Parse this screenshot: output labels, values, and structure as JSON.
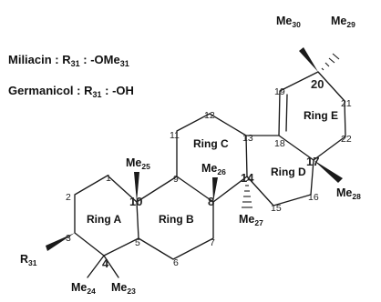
{
  "legend": [
    {
      "name": "Miliacin",
      "sep": " : ",
      "r_main": "R",
      "r_sub": "31",
      "sep2": " : ",
      "val_main": "-OMe",
      "val_sub": "31"
    },
    {
      "name": "Germanicol",
      "sep": " : ",
      "r_main": "R",
      "r_sub": "31",
      "sep2": " : ",
      "val_main": "-OH",
      "val_sub": ""
    }
  ],
  "rings": [
    "Ring A",
    "Ring B",
    "Ring C",
    "Ring D",
    "Ring E"
  ],
  "atoms": {
    "c1": "1",
    "c2": "2",
    "c3": "3",
    "c4": "4",
    "c5": "5",
    "c6": "6",
    "c7": "7",
    "c8": "8",
    "c9": "9",
    "c10": "10",
    "c11": "11",
    "c12": "12",
    "c13": "13",
    "c14": "14",
    "c15": "15",
    "c16": "16",
    "c17": "17",
    "c18": "18",
    "c19": "19",
    "c20": "20",
    "c21": "21",
    "c22": "22"
  },
  "groups": {
    "me30": {
      "main": "Me",
      "sub": "30"
    },
    "me29": {
      "main": "Me",
      "sub": "29"
    },
    "me25": {
      "main": "Me",
      "sub": "25"
    },
    "me26": {
      "main": "Me",
      "sub": "26"
    },
    "me27": {
      "main": "Me",
      "sub": "27"
    },
    "me28": {
      "main": "Me",
      "sub": "28"
    },
    "me24": {
      "main": "Me",
      "sub": "24"
    },
    "me23": {
      "main": "Me",
      "sub": "23"
    },
    "r31": {
      "main": "R",
      "sub": "31"
    }
  }
}
